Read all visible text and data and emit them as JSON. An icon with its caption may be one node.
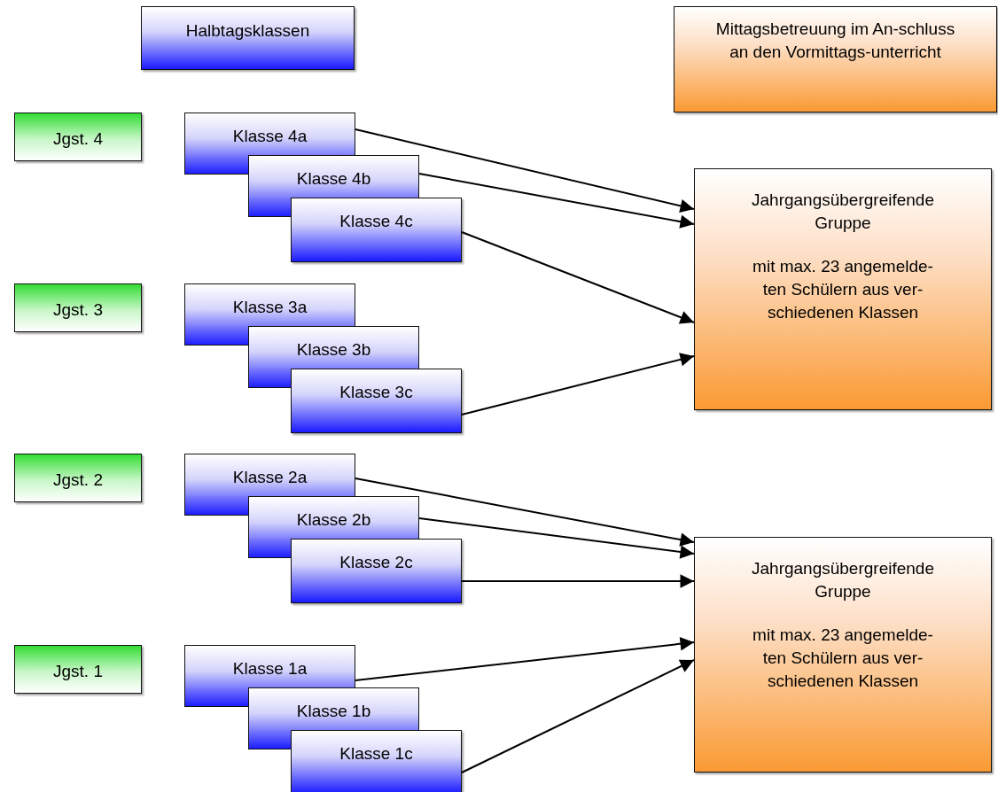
{
  "diagram": {
    "nodes": [
      {
        "text": [
          "Halbtagsklassen"
        ]
      },
      {
        "text": [
          "Mittagsbetreuung im An-schluss an den Vormittags-unterricht"
        ]
      },
      {
        "text": [
          "Jgst. 4"
        ]
      },
      {
        "text": [
          "Klasse 4a"
        ]
      },
      {
        "text": [
          "Klasse 4b"
        ]
      },
      {
        "text": [
          "Klasse 4c"
        ]
      },
      {
        "text": [
          "Jahrgangsübergreifende Gruppe",
          "mit max. 23 angemelde-ten Schülern aus ver-schiedenen Klassen"
        ]
      },
      {
        "text": [
          "Jgst. 3"
        ]
      },
      {
        "text": [
          "Klasse 3a"
        ]
      },
      {
        "text": [
          "Klasse 3b"
        ]
      },
      {
        "text": [
          "Klasse 3c"
        ]
      },
      {
        "text": [
          "Jgst. 2"
        ]
      },
      {
        "text": [
          "Klasse 2a"
        ]
      },
      {
        "text": [
          "Klasse 2b"
        ]
      },
      {
        "text": [
          "Klasse 2c"
        ]
      },
      {
        "text": [
          "Jahrgangsübergreifende Gruppe",
          "mit max. 23 angemelde-ten Schülern aus ver-schiedenen Klassen"
        ]
      },
      {
        "text": [
          "Jgst. 1"
        ]
      },
      {
        "text": [
          "Klasse 1a"
        ]
      },
      {
        "text": [
          "Klasse 1b"
        ]
      },
      {
        "text": [
          "Klasse 1c"
        ]
      }
    ],
    "edges": [
      {
        "from": 3,
        "to": 6,
        "arrow": "to"
      },
      {
        "from": 4,
        "to": 6,
        "arrow": "to"
      },
      {
        "from": 5,
        "to": 6,
        "arrow": "to"
      },
      {
        "from": 10,
        "to": 6,
        "arrow": "to"
      },
      {
        "from": 12,
        "to": 15,
        "arrow": "to"
      },
      {
        "from": 13,
        "to": 15,
        "arrow": "to"
      },
      {
        "from": 14,
        "to": 15,
        "arrow": "to"
      },
      {
        "from": 17,
        "to": 15,
        "arrow": "to"
      },
      {
        "from": 19,
        "to": 15,
        "arrow": "to"
      }
    ]
  }
}
